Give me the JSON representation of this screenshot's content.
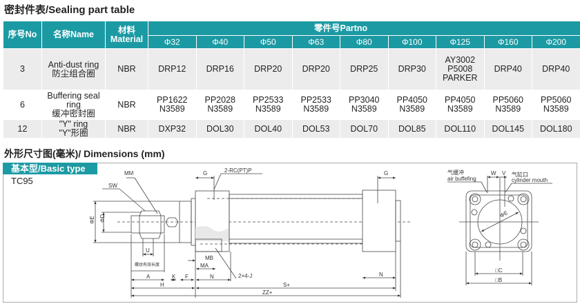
{
  "sealing": {
    "title": "密封件表/Sealing part table",
    "headers": {
      "no": "序号No",
      "name": "名称Name",
      "material_cn": "材料",
      "material_en": "Material",
      "partno": "零件号Partno"
    },
    "bores": [
      "Φ32",
      "Φ40",
      "Φ50",
      "Φ63",
      "Φ80",
      "Φ100",
      "Φ125",
      "Φ160",
      "Φ200"
    ],
    "rows": [
      {
        "no": "3",
        "name_en": "Anti-dust ring",
        "name_cn": "防尘组合圈",
        "material": "NBR",
        "parts": [
          [
            "DRP12"
          ],
          [
            "DRP16"
          ],
          [
            "DRP20"
          ],
          [
            "DRP20"
          ],
          [
            "DRP25"
          ],
          [
            "DRP30"
          ],
          [
            "AY3002",
            "P5008",
            "PARKER"
          ],
          [
            "DRP40"
          ],
          [
            "DRP40"
          ]
        ]
      },
      {
        "no": "6",
        "name_en": "Buffering seal ring",
        "name_cn": "缓冲密封圈",
        "material": "NBR",
        "parts": [
          [
            "PP1622",
            "N3589"
          ],
          [
            "PP2028",
            "N3589"
          ],
          [
            "PP2533",
            "N3589"
          ],
          [
            "PP2533",
            "N3589"
          ],
          [
            "PP3040",
            "N3589"
          ],
          [
            "PP4050",
            "N3589"
          ],
          [
            "PP4050",
            "N3589"
          ],
          [
            "PP5060",
            "N3589"
          ],
          [
            "PP5060",
            "N3589"
          ]
        ]
      },
      {
        "no": "12",
        "name_en": "\"Y\" ring",
        "name_cn": "\"Y\"形圈",
        "material": "NBR",
        "parts": [
          [
            "DXP32"
          ],
          [
            "DOL30"
          ],
          [
            "DOL40"
          ],
          [
            "DOL53"
          ],
          [
            "DOL70"
          ],
          [
            "DOL85"
          ],
          [
            "DOL110"
          ],
          [
            "DOL145"
          ],
          [
            "DOL180"
          ]
        ]
      }
    ]
  },
  "dimensions": {
    "title": "外形尺寸图(毫米)/ Dimensions (mm)",
    "type_label": "基本型/Basic type",
    "model": "TC95",
    "labels": {
      "MM": "MM",
      "SW": "SW",
      "phiE": "ΦE",
      "phiD": "ΦD",
      "U": "U",
      "thread": "螺纹有效长度",
      "A": "A",
      "K": "K",
      "F": "F",
      "N": "N",
      "H": "H",
      "S": "S+",
      "ZZ": "ZZ+",
      "G": "G",
      "port": "2-RC(PT)P",
      "MB": "MB",
      "MA": "MA",
      "J": "2×4-J",
      "W": "W",
      "V": "V",
      "air_cn": "气缓冲",
      "air_en": "air buffefing",
      "mouth_cn": "气缸口",
      "mouth_en": "cylinder mouth",
      "C": "□C",
      "B": "□B",
      "E": "ΦE"
    }
  }
}
